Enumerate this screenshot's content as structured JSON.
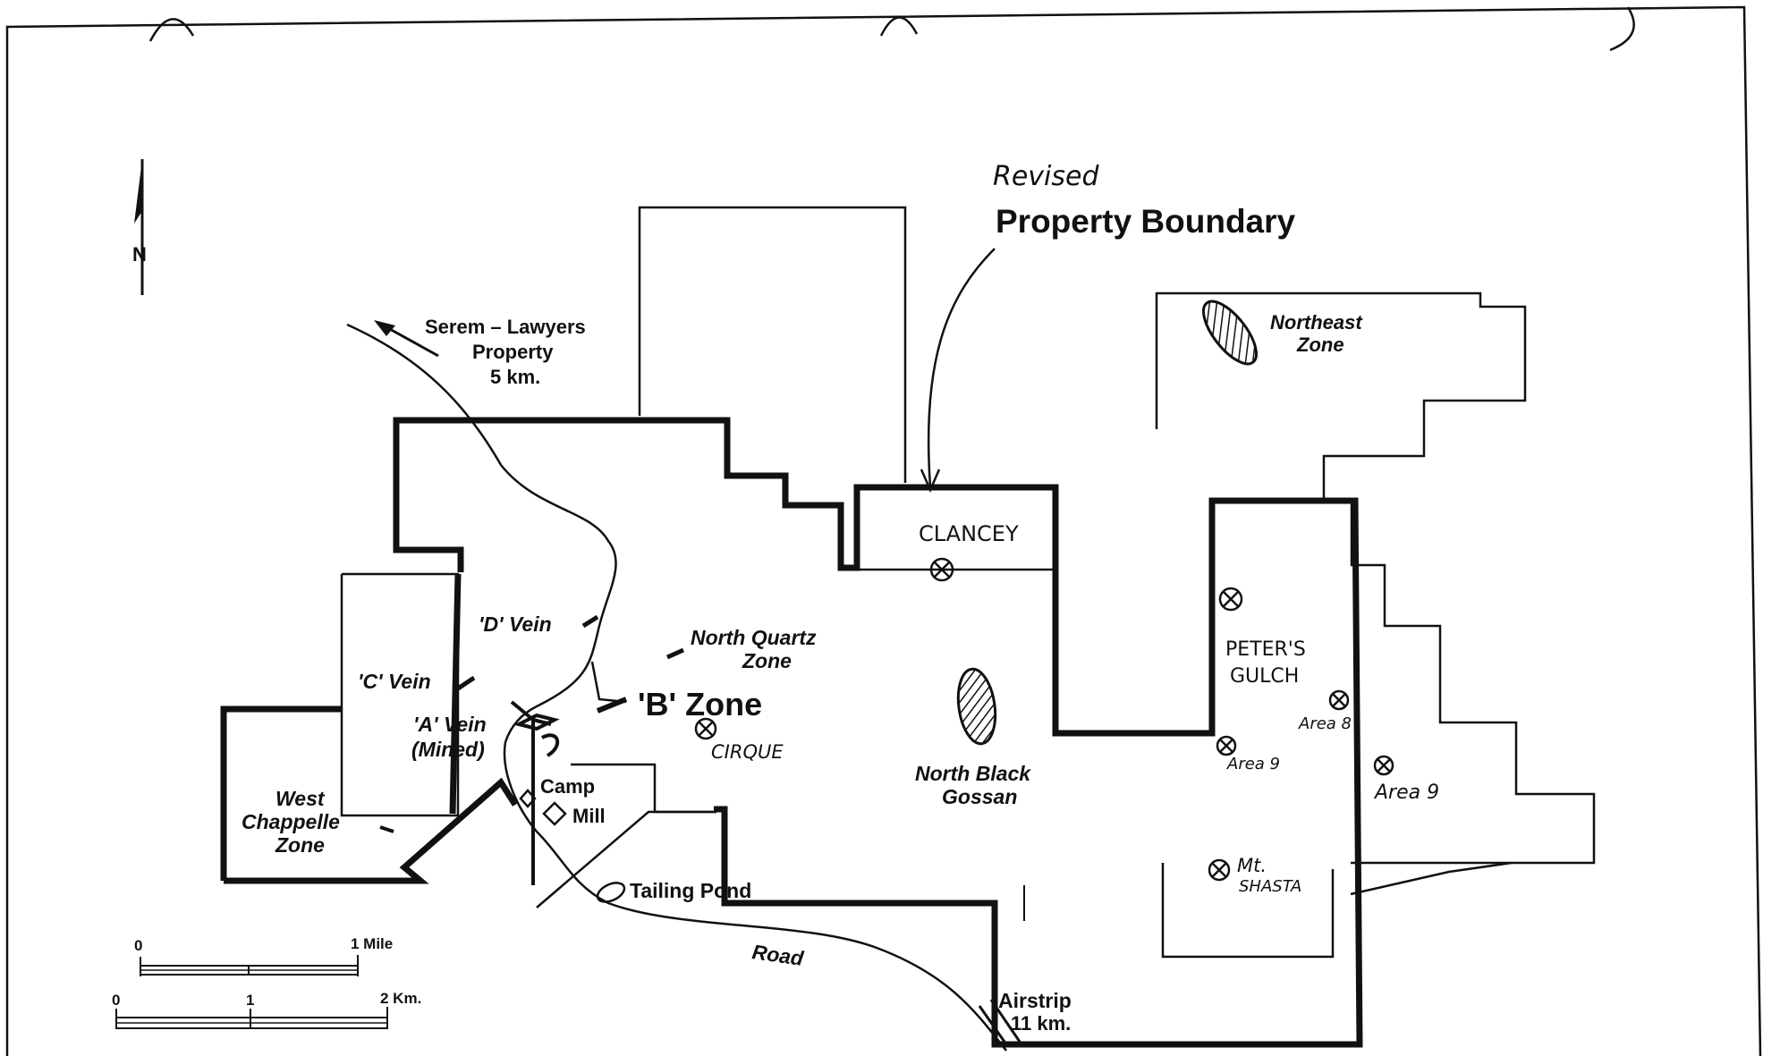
{
  "title": {
    "revised": "Revised",
    "main": "Property Boundary"
  },
  "north_arrow": {
    "label": "N",
    "icon": "north-arrow-icon"
  },
  "labels": {
    "serem_line1": "Serem – Lawyers",
    "serem_line2": "Property",
    "serem_line3": "5 km.",
    "northeast_line1": "Northeast",
    "northeast_line2": "Zone",
    "clancey": "CLANCEY",
    "d_vein": "'D' Vein",
    "c_vein": "'C' Vein",
    "a_vein_line1": "'A' Vein",
    "a_vein_line2": "(Mined)",
    "north_quartz_line1": "North Quartz",
    "north_quartz_line2": "Zone",
    "b_zone": "'B' Zone",
    "cirque": "CIRQUE",
    "north_black_line1": "North Black",
    "north_black_line2": "Gossan",
    "peters_line1": "PETER'S",
    "peters_line2": "GULCH",
    "area8": "Area 8",
    "area9_a": "Area 9",
    "area9_b": "Area 9",
    "mt_shasta_line1": "Mt.",
    "mt_shasta_line2": "SHASTA",
    "west_line1": "West",
    "west_line2": "Chappelle",
    "west_line3": "Zone",
    "camp": "Camp",
    "mill": "Mill",
    "tailing_pond": "Tailing Pond",
    "road": "Road",
    "airstrip_line1": "Airstrip",
    "airstrip_line2": "11 km."
  },
  "scale_bar": {
    "miles_zero": "0",
    "miles_end": "1 Mile",
    "km_zero": "0",
    "km_mid": "1",
    "km_end": "2 Km."
  },
  "symbols": {
    "showing_icon": "circle-x-icon",
    "gossan_icon": "hatched-zone-icon",
    "mill_icon": "diamond-icon"
  }
}
